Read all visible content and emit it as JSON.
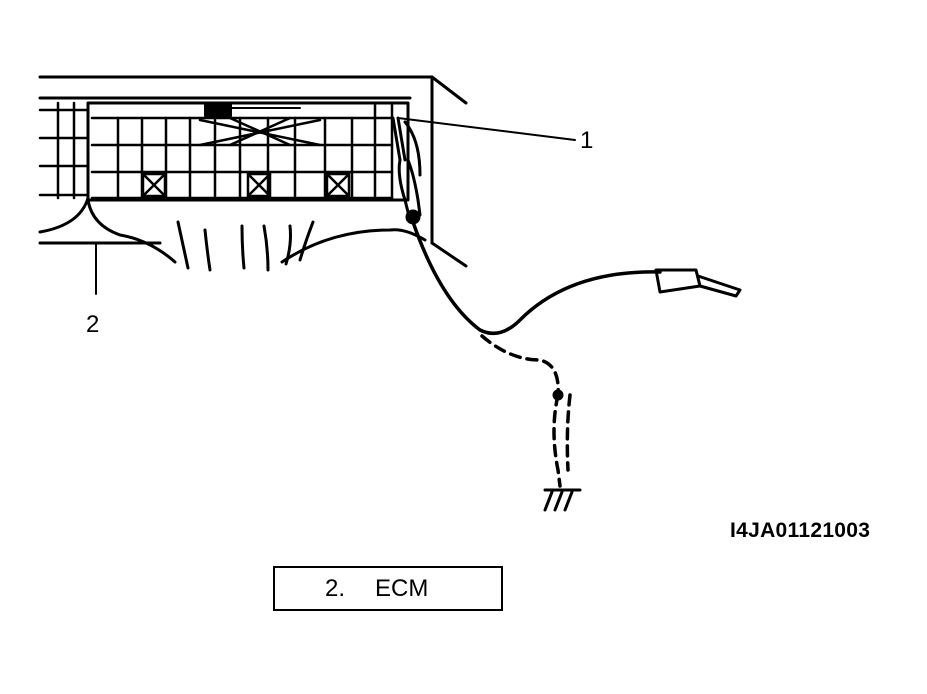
{
  "diagram": {
    "callouts": [
      {
        "id": "1",
        "label": "1"
      },
      {
        "id": "2",
        "label": "2"
      }
    ],
    "figure_code": "I4JA01121003",
    "legend": {
      "number": "2.",
      "text": "ECM"
    },
    "colors": {
      "ink": "#000000",
      "background": "#ffffff"
    }
  }
}
